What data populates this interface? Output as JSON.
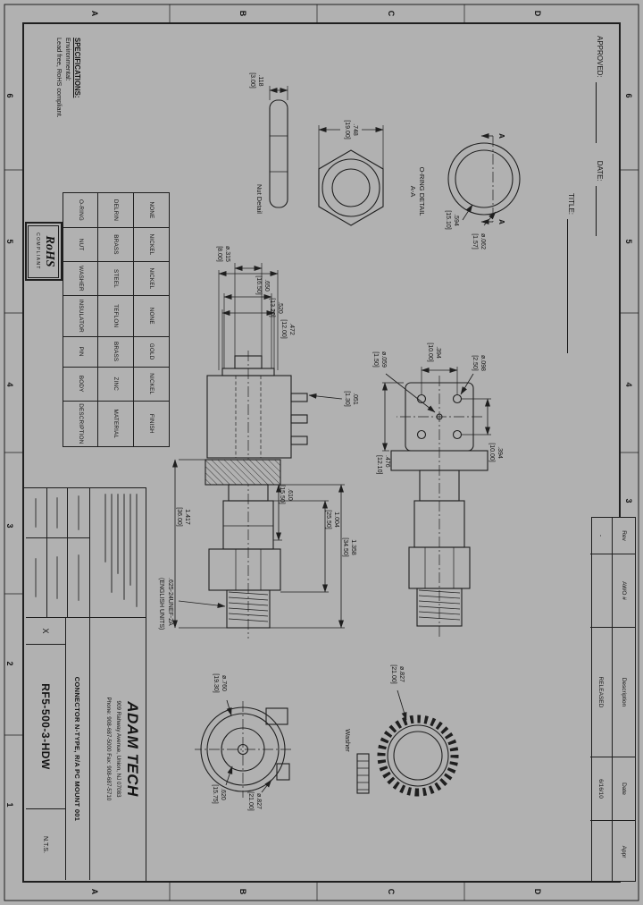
{
  "header": {
    "approved_label": "APPROVED:",
    "date_label": "DATE:",
    "title_label": "TITLE:"
  },
  "zones": {
    "numbers": [
      "6",
      "5",
      "4",
      "3",
      "2",
      "1"
    ],
    "letters": [
      "D",
      "C",
      "B",
      "A"
    ]
  },
  "revision_block": {
    "col_rev": "Rev",
    "col_awo": "AWO #",
    "col_description": "Description",
    "col_date": "Date",
    "col_appr": "Appr",
    "val_rev": "-",
    "val_awo": "",
    "val_description": "RELEASED",
    "val_date": "6/16/10",
    "val_appr": ""
  },
  "specifications": {
    "heading": "SPECIFICATIONS:",
    "line1": "Environmental:",
    "line2": "Lead free, RoHS compliant."
  },
  "rohs_logo": {
    "title": "RoHS",
    "subtitle": "COMPLIANT"
  },
  "materials_table": {
    "finish_row": [
      "NONE",
      "NICKEL",
      "NICKEL",
      "NONE",
      "GOLD",
      "NICKEL",
      "FINISH"
    ],
    "material_row": [
      "DELRIN",
      "BRASS",
      "STEEL",
      "TEFLON",
      "BRASS",
      "ZINC",
      "MATERIAL"
    ],
    "description_row": [
      "O-RING",
      "NUT",
      "WASHER",
      "INSULATOR",
      "PIN",
      "BODY",
      "DESCRIPTION"
    ]
  },
  "title_block": {
    "company": "ADAM TECH",
    "address": "909 Rahway Avenue, Union, NJ 07083",
    "phone_fax": "Phone: 908-687-5000 Fax: 908-687-5710",
    "drawing_title": "CONNECTOR N-TYPE, R/A PC MOUNT 001",
    "part_number": "RF5-500-3-HDW",
    "scale": "N.T.S.",
    "revision_mark": "X"
  },
  "labels": {
    "nut_detail": "Nut Detail",
    "oring_detail": "O-RING DETAIL",
    "section_aa": "A-A",
    "section_a": "A",
    "washer": "Washer",
    "thread": ".625-24UNEF-2A",
    "thread_units": "(ENGLISH UNITS)"
  },
  "dims": {
    "d118": {
      "in": ".118",
      "mm": "[3.00]"
    },
    "d748": {
      "in": ".748",
      "mm": "[19.00]"
    },
    "d594": {
      "in": ".594",
      "mm": "[15.10]"
    },
    "d062": {
      "in": "ø.062",
      "mm": "[1.57]"
    },
    "d315": {
      "in": "ø.315",
      "mm": "[8.00]"
    },
    "d650": {
      "in": ".650",
      "mm": "[16.50]"
    },
    "d520": {
      "in": ".520",
      "mm": "[13.20]"
    },
    "d472": {
      "in": ".472",
      "mm": "[12.00]"
    },
    "d051": {
      "in": ".051",
      "mm": "[1.30]"
    },
    "d610": {
      "in": ".610",
      "mm": "[15.50]"
    },
    "d1004": {
      "in": "1.004",
      "mm": "[25.50]"
    },
    "d1358": {
      "in": "1.358",
      "mm": "[34.50]"
    },
    "d1417": {
      "in": "1.417",
      "mm": "[36.00]"
    },
    "d059": {
      "in": "ø.059",
      "mm": "[1.50]"
    },
    "d394a": {
      "in": ".394",
      "mm": "[10.00]"
    },
    "d098": {
      "in": "ø.098",
      "mm": "[2.50]"
    },
    "d476": {
      "in": ".476",
      "mm": "[12.10]"
    },
    "d394b": {
      "in": ".394",
      "mm": "[10.00]"
    },
    "d760": {
      "in": "ø.760",
      "mm": "[19.30]"
    },
    "d620": {
      "in": ".620",
      "mm": "[15.75]"
    },
    "d827_washer": {
      "in": "ø.827",
      "mm": "[21.00]"
    },
    "d827_bottom": {
      "in": "ø.827",
      "mm": "[21.00]"
    }
  }
}
